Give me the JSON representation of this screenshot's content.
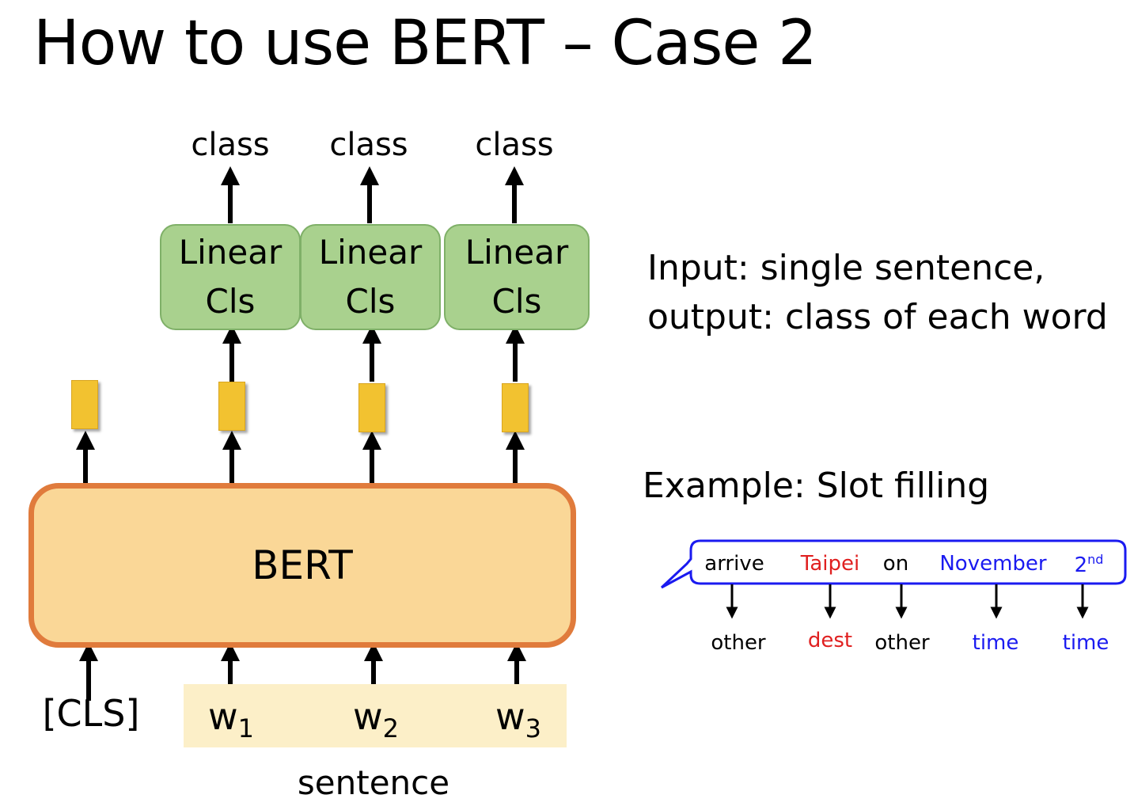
{
  "title": "How to use BERT – Case 2",
  "outputs": {
    "class_labels": [
      "class",
      "class",
      "class"
    ],
    "classifiers": [
      {
        "line1": "Linear",
        "line2": "Cls"
      },
      {
        "line1": "Linear",
        "line2": "Cls"
      },
      {
        "line1": "Linear",
        "line2": "Cls"
      }
    ]
  },
  "model": {
    "label": "BERT"
  },
  "inputs": {
    "cls_token": "[CLS]",
    "tokens": [
      {
        "base": "w",
        "sub": "1"
      },
      {
        "base": "w",
        "sub": "2"
      },
      {
        "base": "w",
        "sub": "3"
      }
    ],
    "sentence_label": "sentence"
  },
  "description": {
    "line1": "Input: single sentence,",
    "line2": "output: class of each word"
  },
  "example": {
    "heading": "Example: Slot filling",
    "words": [
      {
        "text": "arrive",
        "color": "#000000"
      },
      {
        "text": "Taipei",
        "color": "#e02020"
      },
      {
        "text": "on",
        "color": "#000000"
      },
      {
        "text": "November",
        "color": "#1a1af0"
      },
      {
        "text": "2",
        "sup": "nd",
        "color": "#1a1af0"
      }
    ],
    "tags": [
      {
        "text": "other",
        "color": "#000000"
      },
      {
        "text": "dest",
        "color": "#e02020"
      },
      {
        "text": "other",
        "color": "#000000"
      },
      {
        "text": "time",
        "color": "#1a1af0"
      },
      {
        "text": "time",
        "color": "#1a1af0"
      }
    ]
  },
  "colors": {
    "classifier_fill": "#a9d18e",
    "bert_fill": "#fad797",
    "bert_border": "#e07b3c",
    "embedding": "#f2c230",
    "sentence_highlight": "#fcefc8",
    "slot_border": "#1a1af0"
  }
}
